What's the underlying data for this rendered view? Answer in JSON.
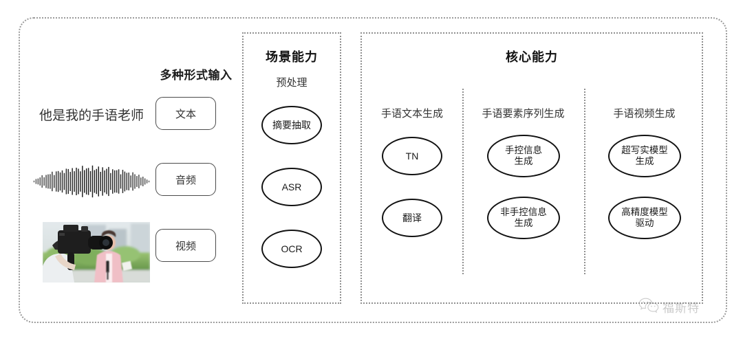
{
  "diagram": {
    "input_section": {
      "heading": "多种形式输入",
      "sample_text": "他是我的手语老师",
      "modalities": [
        {
          "label": "文本",
          "media": "text"
        },
        {
          "label": "音频",
          "media": "waveform"
        },
        {
          "label": "视频",
          "media": "video-thumbnail"
        }
      ],
      "waveform_icon": "audio-waveform-icon",
      "video_icon": "video-thumbnail-image"
    },
    "scene_panel": {
      "title": "场景能力",
      "columns": [
        {
          "label": "预处理",
          "nodes": [
            "摘要抽取",
            "ASR",
            "OCR"
          ]
        }
      ]
    },
    "core_panel": {
      "title": "核心能力",
      "columns": [
        {
          "label": "手语文本生成",
          "nodes": [
            "TN",
            "翻译"
          ]
        },
        {
          "label": "手语要素序列生成",
          "nodes": [
            "手控信息\n生成",
            "非手控信息\n生成"
          ]
        },
        {
          "label": "手语视频生成",
          "nodes": [
            "超写实模型\n生成",
            "高精度模型\n驱动"
          ]
        }
      ]
    },
    "watermark": {
      "text": "福斯特",
      "icon": "wechat-logo-icon"
    },
    "colors": {
      "frame_border": "#9a9a9a",
      "panel_border": "#8f8f8f",
      "node_border": "#111111",
      "text": "#2b2b2b",
      "background": "#ffffff"
    }
  }
}
